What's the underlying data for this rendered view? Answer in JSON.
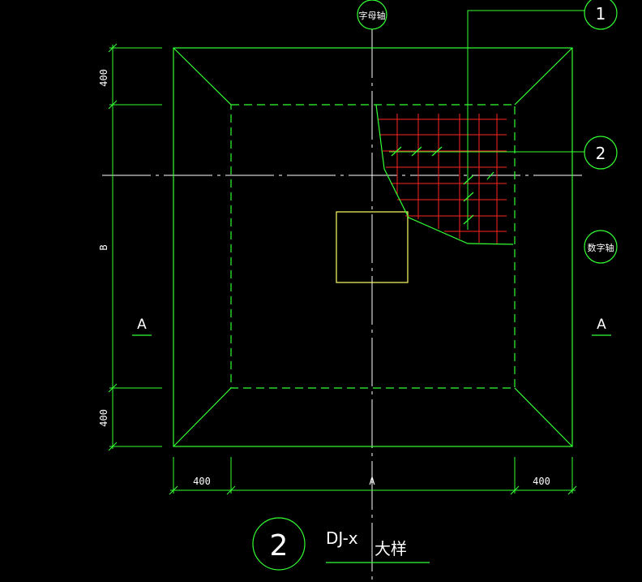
{
  "colors": {
    "background": "#000000",
    "outline": "#33ff33",
    "axis": "#ffffff",
    "rebar": "#ff2222",
    "column": "#ffff66",
    "text": "#ffffff"
  },
  "axis_labels": {
    "top": "字母轴",
    "right": "数字轴"
  },
  "callouts": {
    "one": "1",
    "two": "2"
  },
  "dimensions": {
    "top_left": "400",
    "side_middle": "B",
    "bottom_left": "400",
    "bottom_first": "400",
    "bottom_middle": "A",
    "bottom_last": "400"
  },
  "section_marks": {
    "left": "A",
    "right": "A"
  },
  "title": {
    "number": "2",
    "name": "DJ-x",
    "suffix": "大样"
  }
}
